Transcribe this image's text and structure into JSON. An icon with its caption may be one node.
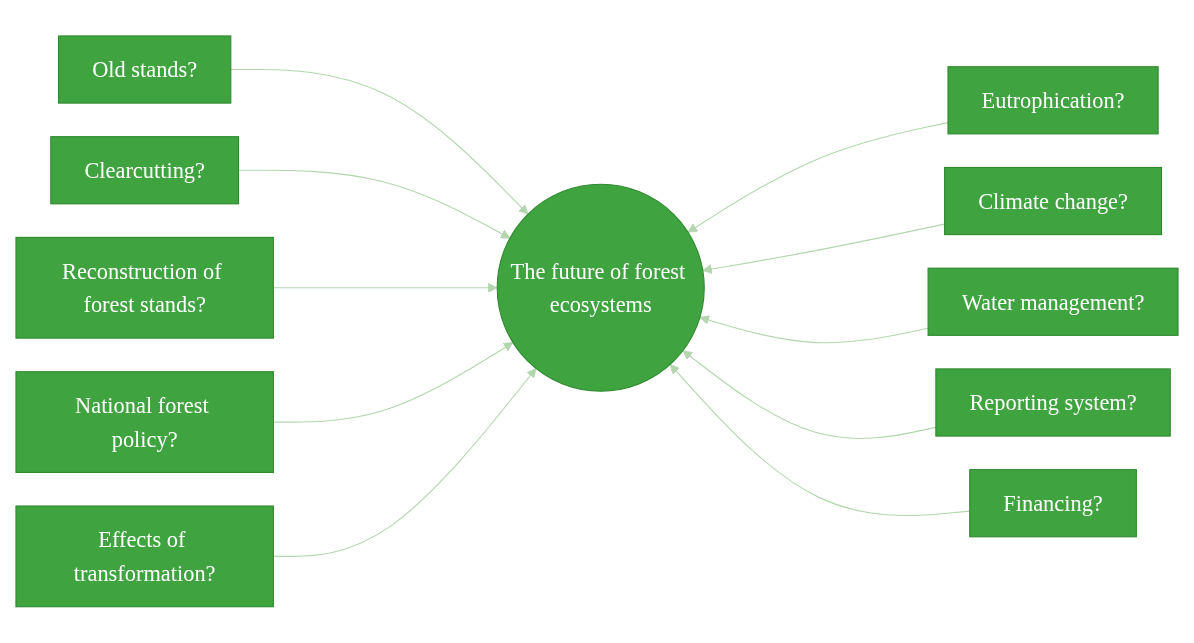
{
  "diagram": {
    "nodes": [
      {
        "text": [
          "Old stands?"
        ]
      },
      {
        "text": [
          "Eutrophication?"
        ]
      },
      {
        "text": [
          "Clearcutting?"
        ]
      },
      {
        "text": [
          "Climate change?"
        ]
      },
      {
        "text": [
          "Reconstruction of forest stands?"
        ]
      },
      {
        "text": [
          "Water management?"
        ]
      },
      {
        "text": [
          "National forest policy?"
        ]
      },
      {
        "text": [
          "Reporting system?"
        ]
      },
      {
        "text": [
          "Effects of transformation?"
        ]
      },
      {
        "text": [
          "The future of forest ecosystems"
        ]
      },
      {
        "text": [
          "Financing?"
        ]
      }
    ],
    "edges": [
      {
        "from": 0,
        "to": 9,
        "arrow": "to"
      },
      {
        "from": 1,
        "to": 9,
        "arrow": "to"
      },
      {
        "from": 2,
        "to": 9,
        "arrow": "to"
      },
      {
        "from": 3,
        "to": 9,
        "arrow": "to"
      },
      {
        "from": 4,
        "to": 9,
        "arrow": "to"
      },
      {
        "from": 5,
        "to": 9,
        "arrow": "to"
      },
      {
        "from": 6,
        "to": 9,
        "arrow": "to"
      },
      {
        "from": 7,
        "to": 9,
        "arrow": "to"
      },
      {
        "from": 8,
        "to": 9,
        "arrow": "to"
      },
      {
        "from": 10,
        "to": 9,
        "arrow": "to"
      }
    ]
  }
}
